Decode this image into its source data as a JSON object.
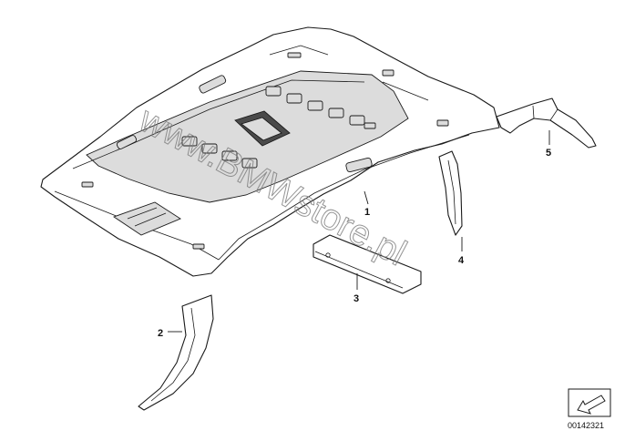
{
  "callouts": {
    "c1": "1",
    "c2": "2",
    "c3": "3",
    "c4": "4",
    "c5": "5"
  },
  "watermark": "www.BMWstore.pl",
  "diagram_code": "00142321",
  "colors": {
    "line": "#1a1a1a",
    "shade": "#dcdcdc",
    "background": "#ffffff"
  }
}
